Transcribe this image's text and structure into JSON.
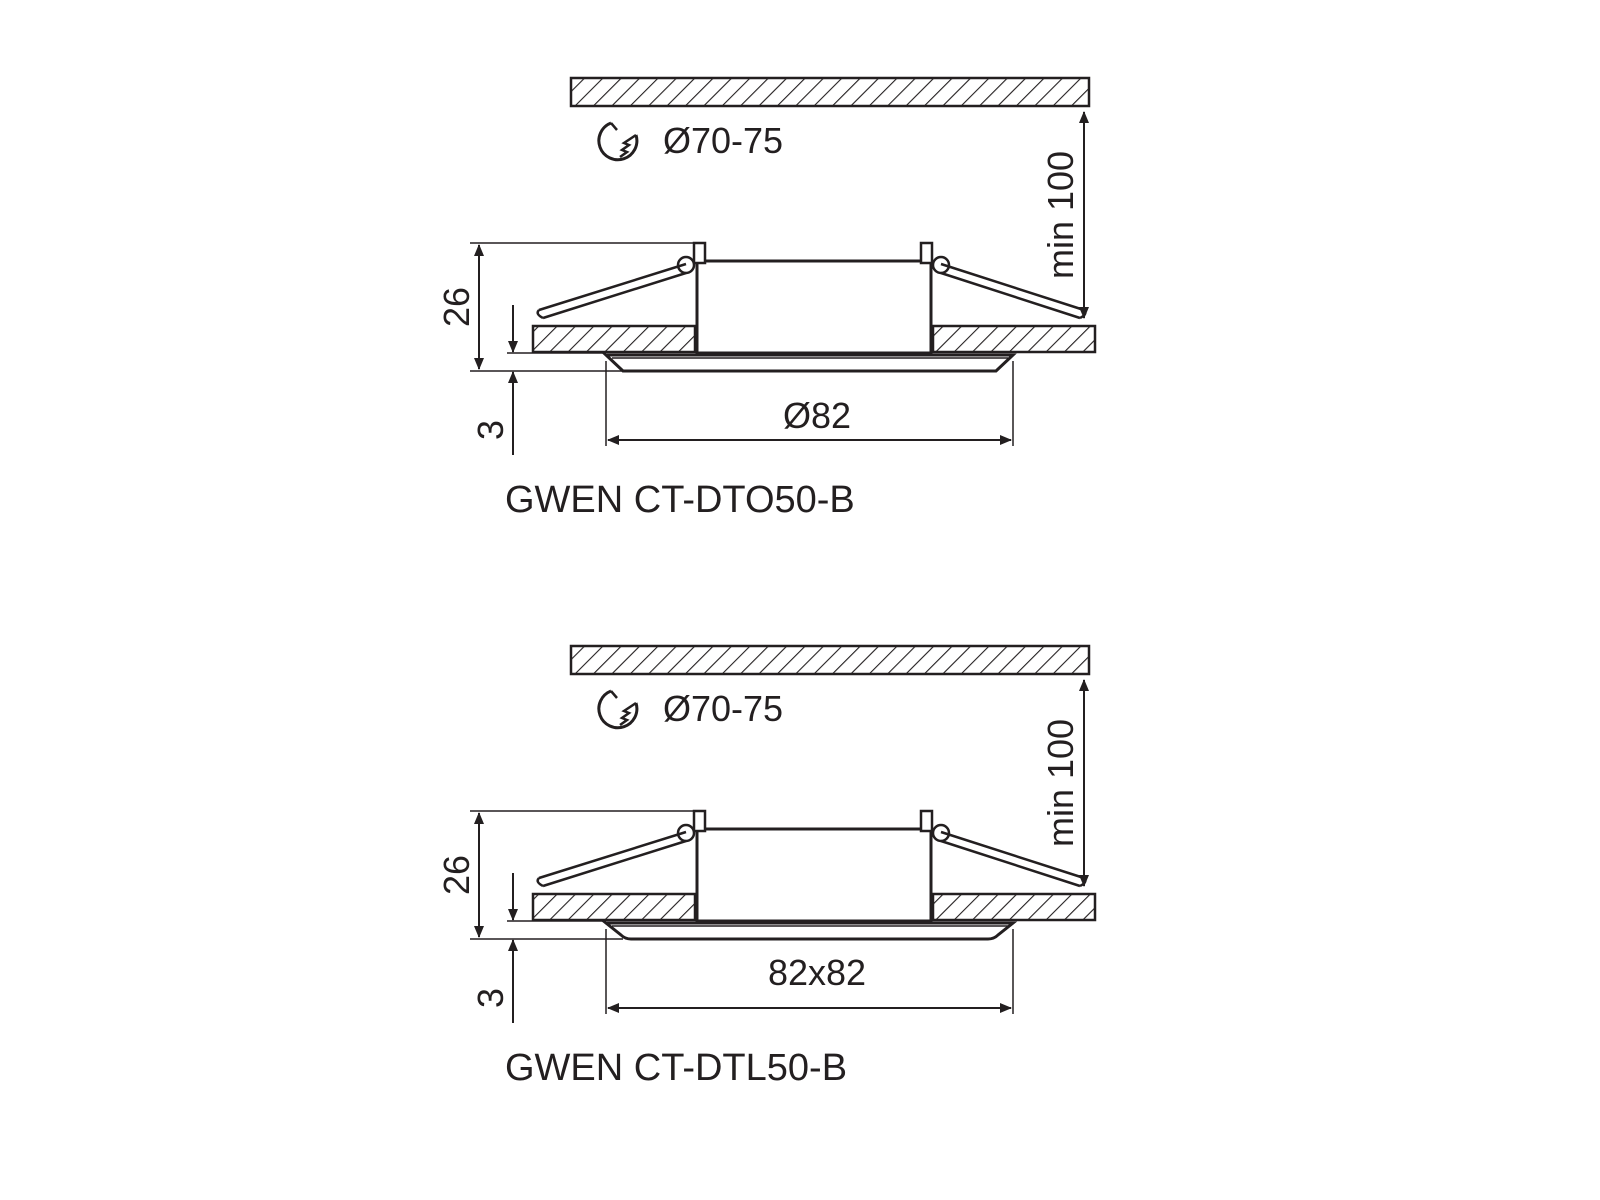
{
  "diagrams": [
    {
      "model": "GWEN CT-DTO50-B",
      "cutout": "Ø70-75",
      "clearance": "min 100",
      "height": "26",
      "protrusion": "3",
      "outer": "Ø82",
      "shape": "round"
    },
    {
      "model": "GWEN CT-DTL50-B",
      "cutout": "Ø70-75",
      "clearance": "min 100",
      "height": "26",
      "protrusion": "3",
      "outer": "82x82",
      "shape": "square"
    }
  ],
  "colors": {
    "ink": "#231f20",
    "background": "#ffffff"
  },
  "icons": {
    "cutout": "hole-saw-icon"
  }
}
